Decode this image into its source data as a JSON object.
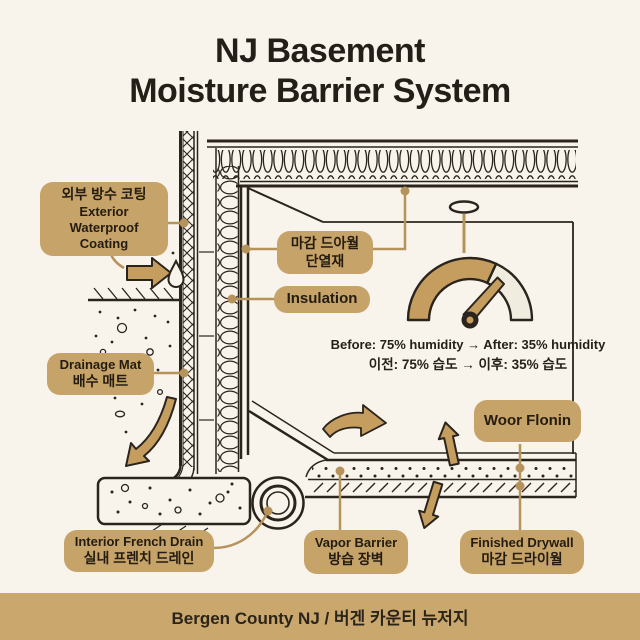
{
  "title": {
    "line1": "NJ Basement",
    "line2": "Moisture Barrier System"
  },
  "labels": {
    "exterior_waterproof_coating": {
      "ko": "외부 방수 코팅",
      "en": "Exterior Waterproof Coating"
    },
    "finish_drywall_insulation": {
      "ko_line1": "마감 드아월",
      "ko_line2": "단열재"
    },
    "insulation": {
      "en": "Insulation"
    },
    "drainage_mat": {
      "en": "Drainage Mat",
      "ko": "배수 매트"
    },
    "interior_french_drain": {
      "en": "Interior French Drain",
      "ko": "실내 프렌치 드레인"
    },
    "vapor_barrier": {
      "en": "Vapor Barrier",
      "ko": "방습 장벽"
    },
    "finished_drywall": {
      "en": "Finished Drywall",
      "ko": "마감 드라이월"
    },
    "wood_flooring": {
      "en": "Woor Flonin"
    }
  },
  "gauge": {
    "caption_en": "Before: 75% humidity → After: 35% humidity",
    "caption_ko": "이전: 75% 습도 → 이후: 35% 습도",
    "before_percent": 75,
    "after_percent": 35
  },
  "footer": {
    "text": "Bergen County NJ / 버겐 카운티 뉴저지"
  },
  "colors": {
    "background": "#f8f4ec",
    "ink": "#2b241d",
    "label_tan": "#c6a368",
    "arrow_tan": "#c49d5f",
    "leader_tan": "#b5935a",
    "footer_band": "#c9a76d",
    "gauge_empty": "#f1ece0"
  }
}
